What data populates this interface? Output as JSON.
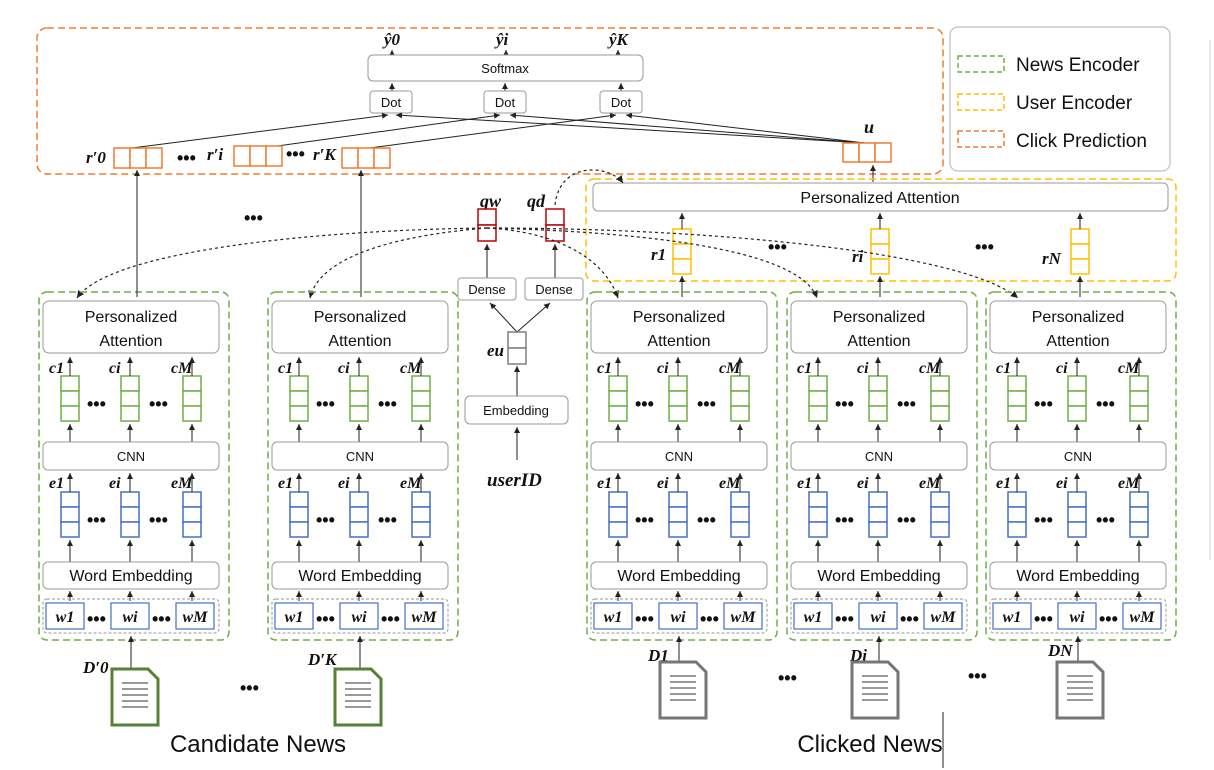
{
  "legend": {
    "items": [
      {
        "label": "News Encoder",
        "color": "#70ad47"
      },
      {
        "label": "User Encoder",
        "color": "#ffc000"
      },
      {
        "label": "Click Prediction",
        "color": "#ed7d31"
      }
    ]
  },
  "click_prediction": {
    "softmax": "Softmax",
    "dot": "Dot",
    "outputs": [
      "ŷ0",
      "ŷi",
      "ŷK"
    ],
    "candidate_reprs": [
      "r′0",
      "r′i",
      "r′K"
    ],
    "user_repr": "u"
  },
  "user_encoder": {
    "attention": "Personalized Attention",
    "clicked_reprs": [
      "r1",
      "ri",
      "rN"
    ]
  },
  "query": {
    "qw": "qw",
    "qd": "qd",
    "dense": "Dense",
    "eu": "eu",
    "embedding": "Embedding",
    "user_id": "userID"
  },
  "news_encoder": {
    "attention_line1": "Personalized",
    "attention_line2": "Attention",
    "cnn": "CNN",
    "word_embedding": "Word Embedding",
    "c_labels": [
      "c1",
      "ci",
      "cM"
    ],
    "e_labels": [
      "e1",
      "ei",
      "eM"
    ],
    "w_labels": [
      "w1",
      "wi",
      "wM"
    ]
  },
  "documents": [
    "D′0",
    "D′K",
    "D1",
    "Di",
    "DN"
  ],
  "captions": {
    "candidate": "Candidate News",
    "clicked": "Clicked News"
  },
  "colors": {
    "green": "#70ad47",
    "blue": "#4472c4",
    "orange": "#ed7d31",
    "yellow": "#ffc000",
    "red": "#c00000",
    "gray": "#7f7f7f",
    "doc_green": "#548235",
    "doc_gray": "#767676"
  },
  "icons": [
    "document-icon"
  ]
}
